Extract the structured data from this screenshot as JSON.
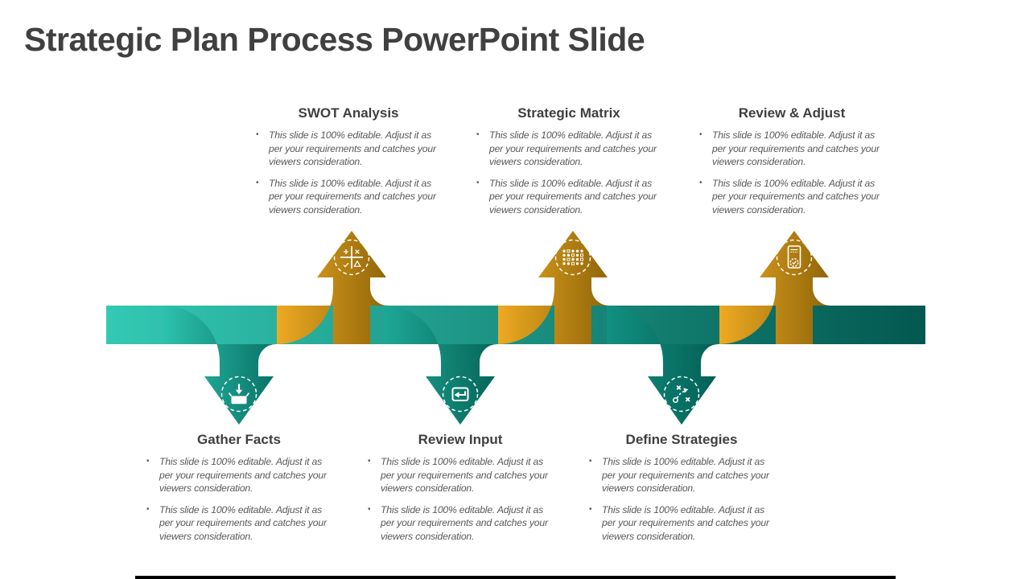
{
  "slide": {
    "title": "Strategic Plan Process PowerPoint Slide",
    "bullet_marker": "•",
    "bullet_text": "This slide is 100% editable. Adjust it as per your requirements and catches your viewers consideration.",
    "top_steps": [
      {
        "label": "SWOT Analysis",
        "icon": "swot-grid-icon"
      },
      {
        "label": "Strategic Matrix",
        "icon": "dot-matrix-icon"
      },
      {
        "label": "Review & Adjust",
        "icon": "approved-document-icon"
      }
    ],
    "bottom_steps": [
      {
        "label": "Gather Facts",
        "icon": "collect-tray-icon"
      },
      {
        "label": "Review Input",
        "icon": "return-arrow-icon"
      },
      {
        "label": "Define Strategies",
        "icon": "strategy-path-icon"
      }
    ],
    "colors": {
      "teal_light": "#33C9B4",
      "teal_dark": "#03584F",
      "gold_light": "#F4AE24",
      "gold_dark": "#8A6208",
      "title_text": "#404040",
      "body_text": "#595959"
    }
  }
}
